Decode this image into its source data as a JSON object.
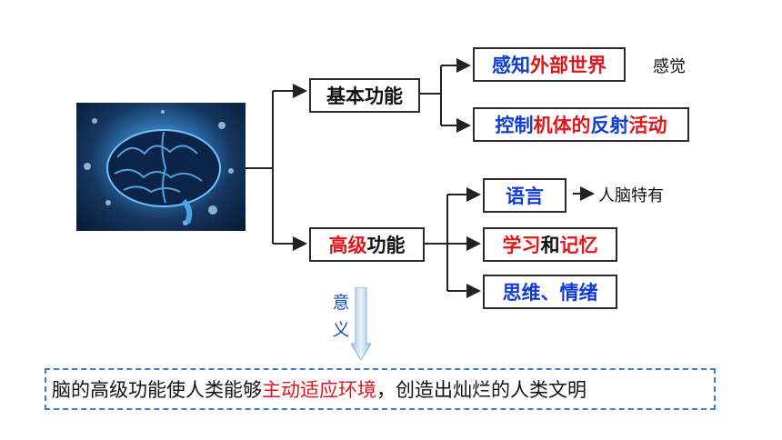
{
  "nodes": {
    "basic": {
      "label": "基本功能"
    },
    "advanced": {
      "part1": "高级",
      "part2": "功能"
    },
    "perceive": {
      "part1": "感知",
      "part2": "外部世界"
    },
    "control": {
      "part1": "控制",
      "part2": "机体的",
      "part3": "反射",
      "part4": "活动"
    },
    "language": {
      "label": "语言"
    },
    "learning": {
      "part1": "学习",
      "part2": "和",
      "part3": "记忆"
    },
    "thinking": {
      "label": "思维、情绪"
    }
  },
  "notes": {
    "perception": "感觉",
    "human_specific": "人脑特有"
  },
  "meaning_label": "意\n义",
  "summary": {
    "part1": "脑的高级功能使人类能够",
    "part2": "主动适应环境",
    "part3": "，创造出灿烂的人类文明"
  },
  "colors": {
    "blue": "#0f3bd6",
    "red": "#e0161c",
    "dashed_border": "#3d7bd1"
  }
}
